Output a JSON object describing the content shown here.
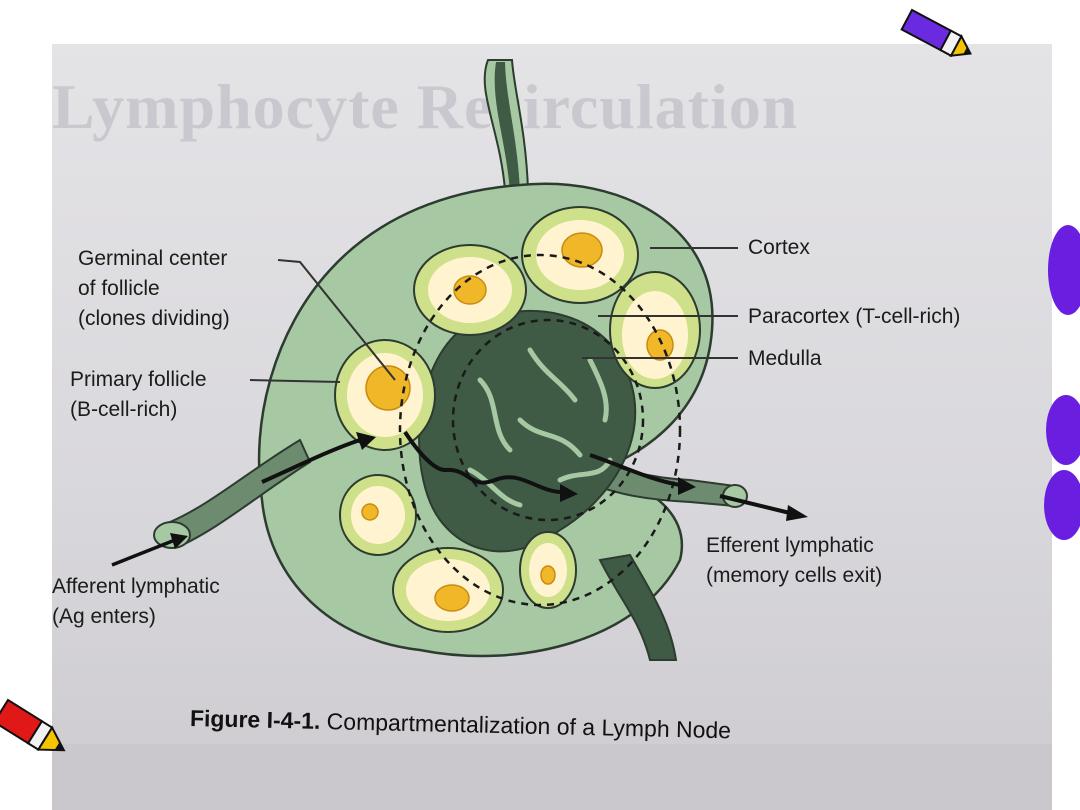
{
  "figure": {
    "number": "Figure I-4-1.",
    "title": "Compartmentalization of a Lymph Node"
  },
  "labels": {
    "germinal_center": "Germinal center\nof follicle\n(clones dividing)",
    "primary_follicle": "Primary follicle\n(B-cell-rich)",
    "afferent": "Afferent lymphatic\n(Ag enters)",
    "cortex": "Cortex",
    "paracortex": "Paracortex (T-cell-rich)",
    "medulla": "Medulla",
    "efferent": "Efferent lymphatic\n(memory cells exit)"
  },
  "colors": {
    "capsule": "#a6c9a3",
    "medulla": "#3f5b45",
    "follicle_outer": "#cfe08a",
    "follicle_inner": "#fff4cf",
    "germinal": "#f0b829",
    "slide_accent": "#6a1fe0"
  },
  "icons": [
    "pencil-icon-top",
    "pencil-icon-bottom"
  ]
}
